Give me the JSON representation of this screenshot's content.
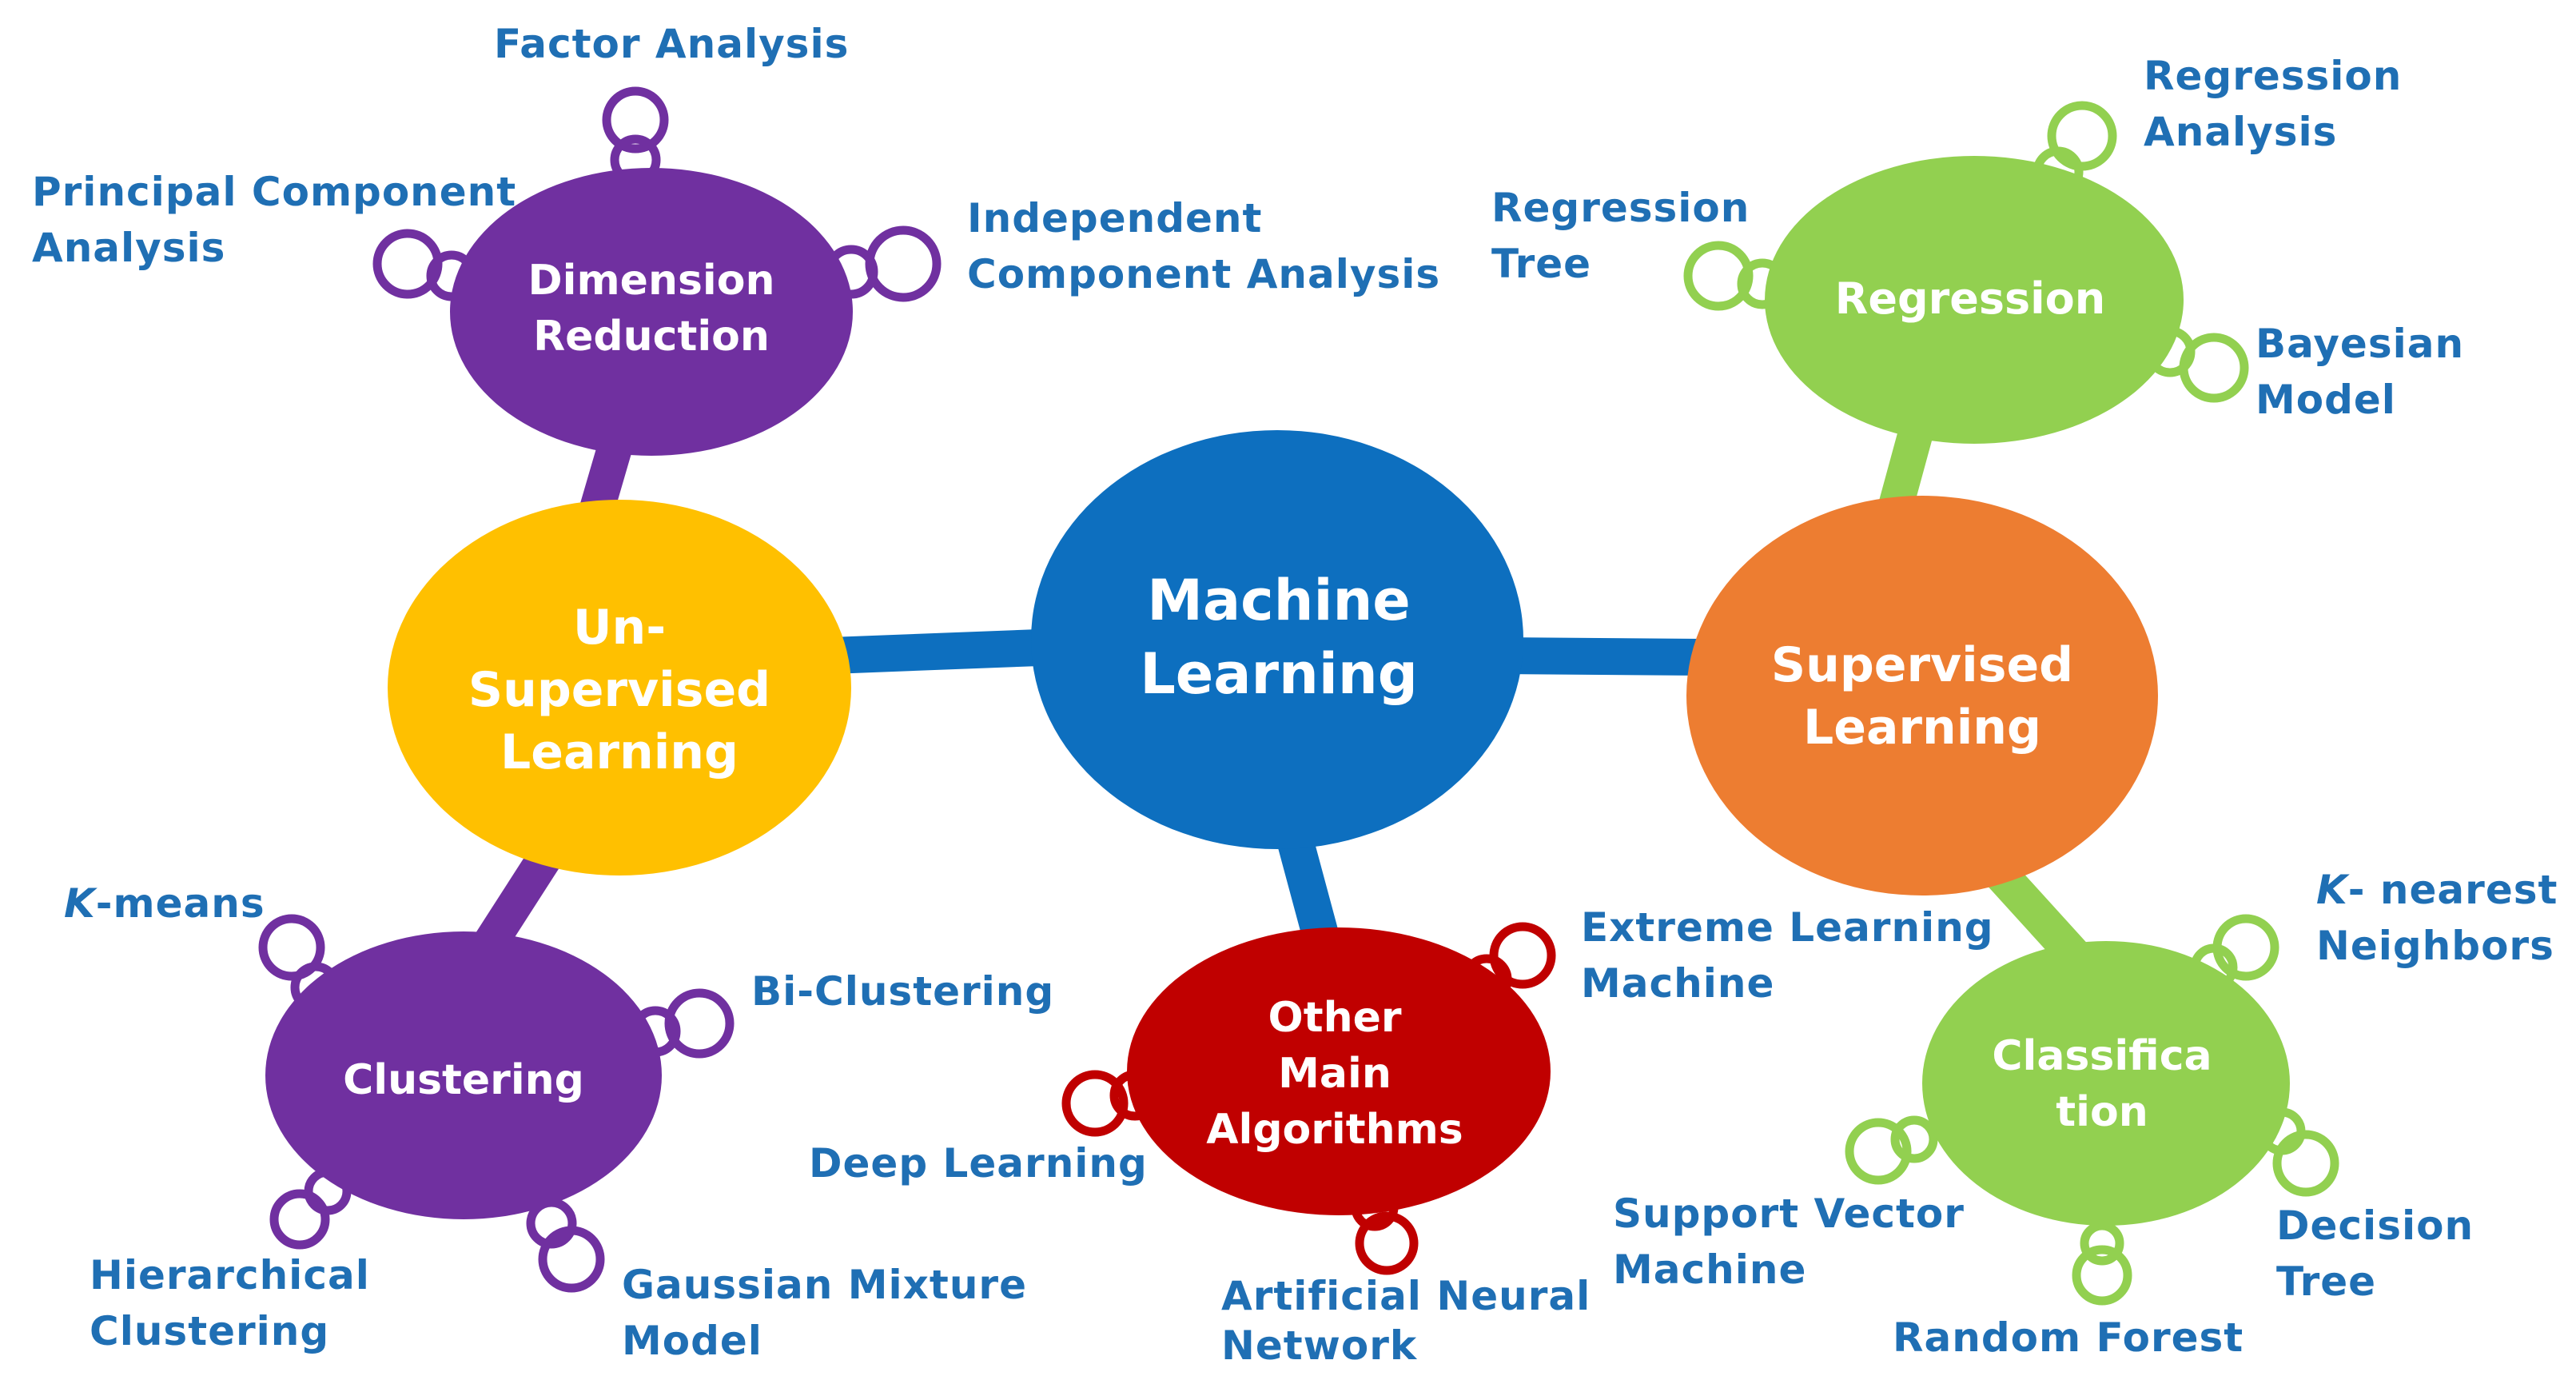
{
  "colors": {
    "center": "#0d6fbf",
    "unsupervised": "#ffc000",
    "supervised": "#ed7d31",
    "purple": "#7030a0",
    "green": "#92d050",
    "red": "#c00000",
    "label_text": "#1f6fb4"
  },
  "nodes": {
    "center": [
      "Machine",
      "Learning"
    ],
    "unsupervised": [
      "Un-",
      "Supervised",
      "Learning"
    ],
    "supervised": [
      "Supervised",
      "Learning"
    ],
    "dimension_reduction": [
      "Dimension",
      "Reduction"
    ],
    "clustering": [
      "Clustering"
    ],
    "regression": [
      "Regression"
    ],
    "classification": [
      "Classifica",
      "tion"
    ],
    "other": [
      "Other",
      "Main",
      "Algorithms"
    ]
  },
  "labels": {
    "factor_analysis": "Factor Analysis",
    "pca_1": "Principal Component",
    "pca_2": "Analysis",
    "ica_1": "Independent",
    "ica_2": "Component Analysis",
    "kmeans_k": "K",
    "kmeans_rest": "-means",
    "biclustering": "Bi-Clustering",
    "hierarchical_1": "Hierarchical",
    "hierarchical_2": "Clustering",
    "gmm_1": "Gaussian Mixture",
    "gmm_2": "Model",
    "regression_analysis_1": "Regression",
    "regression_analysis_2": "Analysis",
    "regression_tree_1": "Regression",
    "regression_tree_2": "Tree",
    "bayesian_1": "Bayesian",
    "bayesian_2": "Model",
    "knn_k": "K",
    "knn_rest": "- nearest",
    "knn_2": "Neighbors",
    "svm_1": "Support Vector",
    "svm_2": "Machine",
    "decision_tree_1": "Decision",
    "decision_tree_2": "Tree",
    "random_forest": "Random Forest",
    "elm_1": "Extreme Learning",
    "elm_2": "Machine",
    "deep_learning": "Deep Learning",
    "ann_1": "Artificial Neural",
    "ann_2": "Network"
  }
}
